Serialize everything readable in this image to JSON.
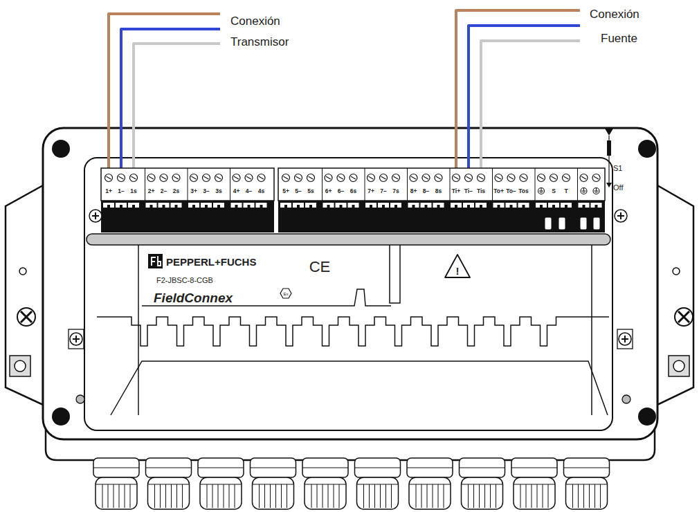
{
  "diagram": {
    "labels": [
      "Conexión",
      "Transmisor",
      "Conexión",
      "Fuente",
      "1+",
      "1−",
      "1s",
      "2+",
      "2−",
      "2s",
      "3+",
      "3−",
      "3s",
      "4+",
      "4−",
      "4s",
      "5+",
      "5−",
      "5s",
      "6+",
      "6−",
      "6s",
      "7+",
      "7−",
      "7s",
      "8+",
      "8−",
      "8s",
      "Ti+",
      "Ti−",
      "Tis",
      "To+",
      "To−",
      "Tos",
      "S",
      "T",
      "S1",
      "Off",
      "PEPPERL+FUCHS",
      "CE",
      "F2-JBSC-8-CGB",
      "FieldConnex",
      "Ex",
      "!"
    ]
  }
}
